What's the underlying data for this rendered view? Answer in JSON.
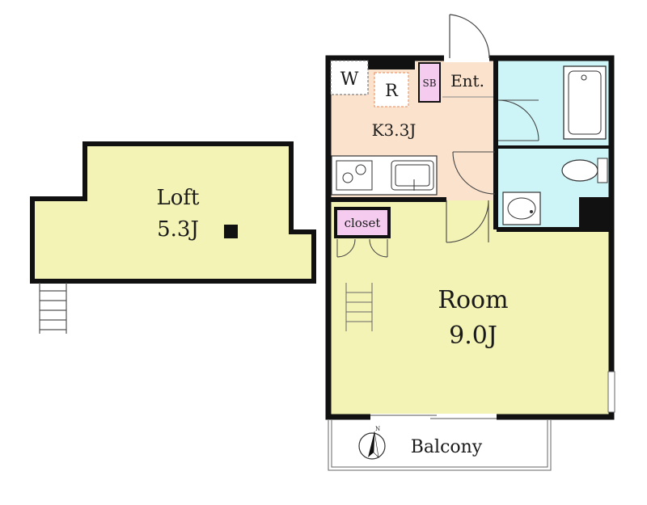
{
  "floorplan": {
    "loft": {
      "name": "Loft",
      "size": "5.3J"
    },
    "room": {
      "name": "Room",
      "size": "9.0J"
    },
    "kitchen": {
      "label": "K3.3J"
    },
    "washer": {
      "label": "W"
    },
    "fridge": {
      "label": "R"
    },
    "shoe_box": {
      "label": "SB"
    },
    "entrance": {
      "label": "Ent."
    },
    "closet": {
      "label": "closet"
    },
    "balcony": {
      "label": "Balcony"
    },
    "compass": {
      "label": "N"
    }
  },
  "colors": {
    "loft_floor": "#f4f3b6",
    "room_floor": "#f4f3b6",
    "kitchen_floor": "#fbe2cc",
    "bath_floor": "#cdf4f6",
    "closet_fill": "#f5ccf0",
    "shoe_box_fill": "#f5ccf0",
    "wall": "#111111"
  }
}
